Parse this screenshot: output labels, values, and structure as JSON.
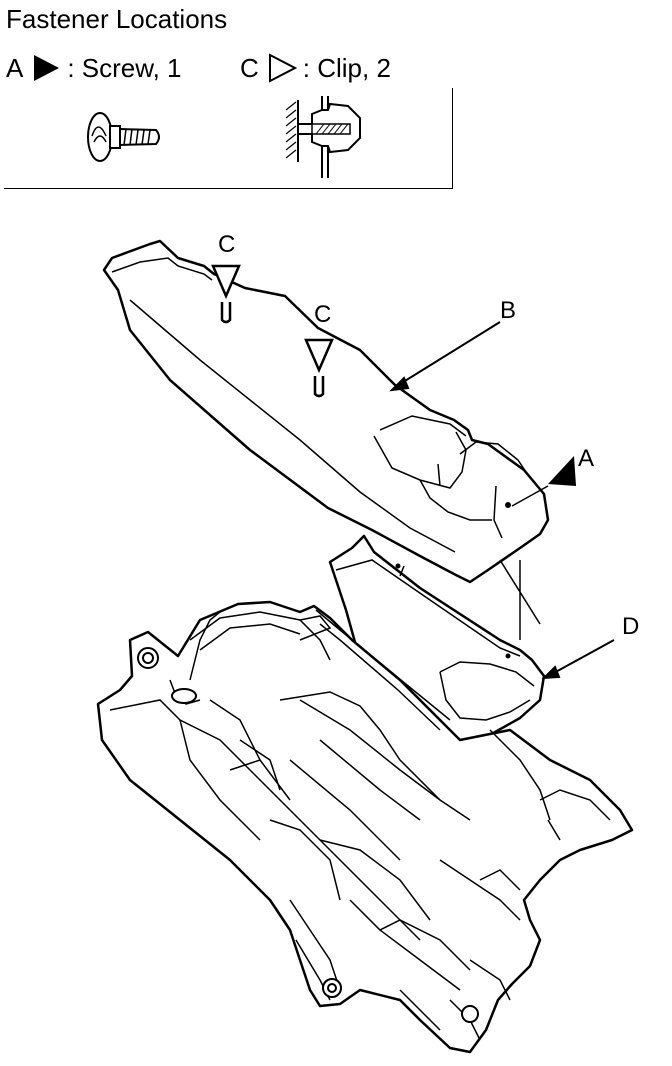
{
  "title": "Fastener Locations",
  "legend": {
    "a_letter": "A",
    "a_text": ": Screw, 1",
    "c_letter": "C",
    "c_text": ": Clip, 2"
  },
  "callouts": {
    "b": "B",
    "a": "A",
    "d": "D",
    "c1": "C",
    "c2": "C"
  }
}
